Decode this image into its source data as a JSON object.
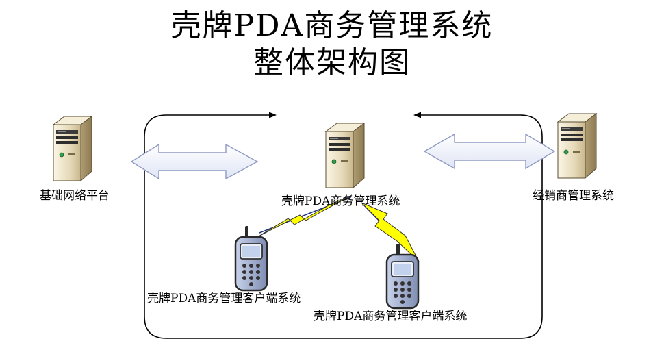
{
  "title": {
    "line1": "壳牌PDA商务管理系统",
    "line2": "整体架构图"
  },
  "nodes": {
    "base_platform": {
      "label": "基础网络平台",
      "icon": "server-icon"
    },
    "core_system": {
      "label": "壳牌PDA商务管理系统",
      "icon": "server-icon"
    },
    "dealer_system": {
      "label": "经销商管理系统",
      "icon": "server-icon"
    },
    "client_left": {
      "label": "壳牌PDA商务管理客户端系统",
      "icon": "mobile-phone-icon"
    },
    "client_right": {
      "label": "壳牌PDA商务管理客户端系统",
      "icon": "mobile-phone-icon"
    }
  },
  "colors": {
    "server_body": "#e6d9b8",
    "arrow_fill": "#eef1fb",
    "arrow_stroke": "#9aa4c7",
    "lightning_fill": "#ffff00",
    "phone_body": "#9aa8c8"
  }
}
